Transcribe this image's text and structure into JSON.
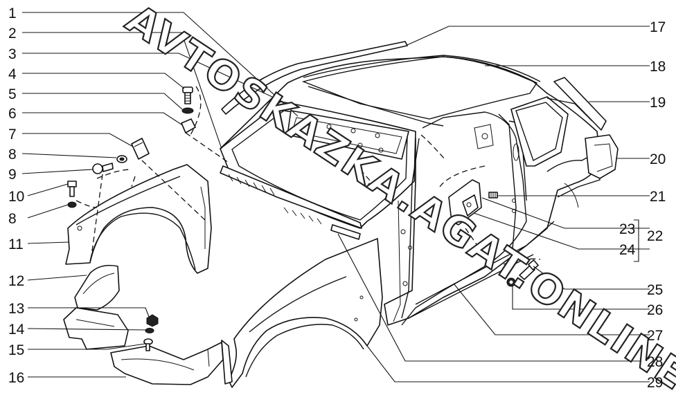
{
  "watermark": "AVTOSKAZKA.AGAT.ONLINE",
  "left_labels": [
    "1",
    "2",
    "3",
    "4",
    "5",
    "6",
    "7",
    "8",
    "9",
    "10",
    "8",
    "11",
    "12",
    "13",
    "14",
    "15",
    "16"
  ],
  "right_labels": [
    "17",
    "18",
    "19",
    "20",
    "21",
    "23",
    "22",
    "24",
    "25",
    "26",
    "27",
    "28",
    "29"
  ]
}
